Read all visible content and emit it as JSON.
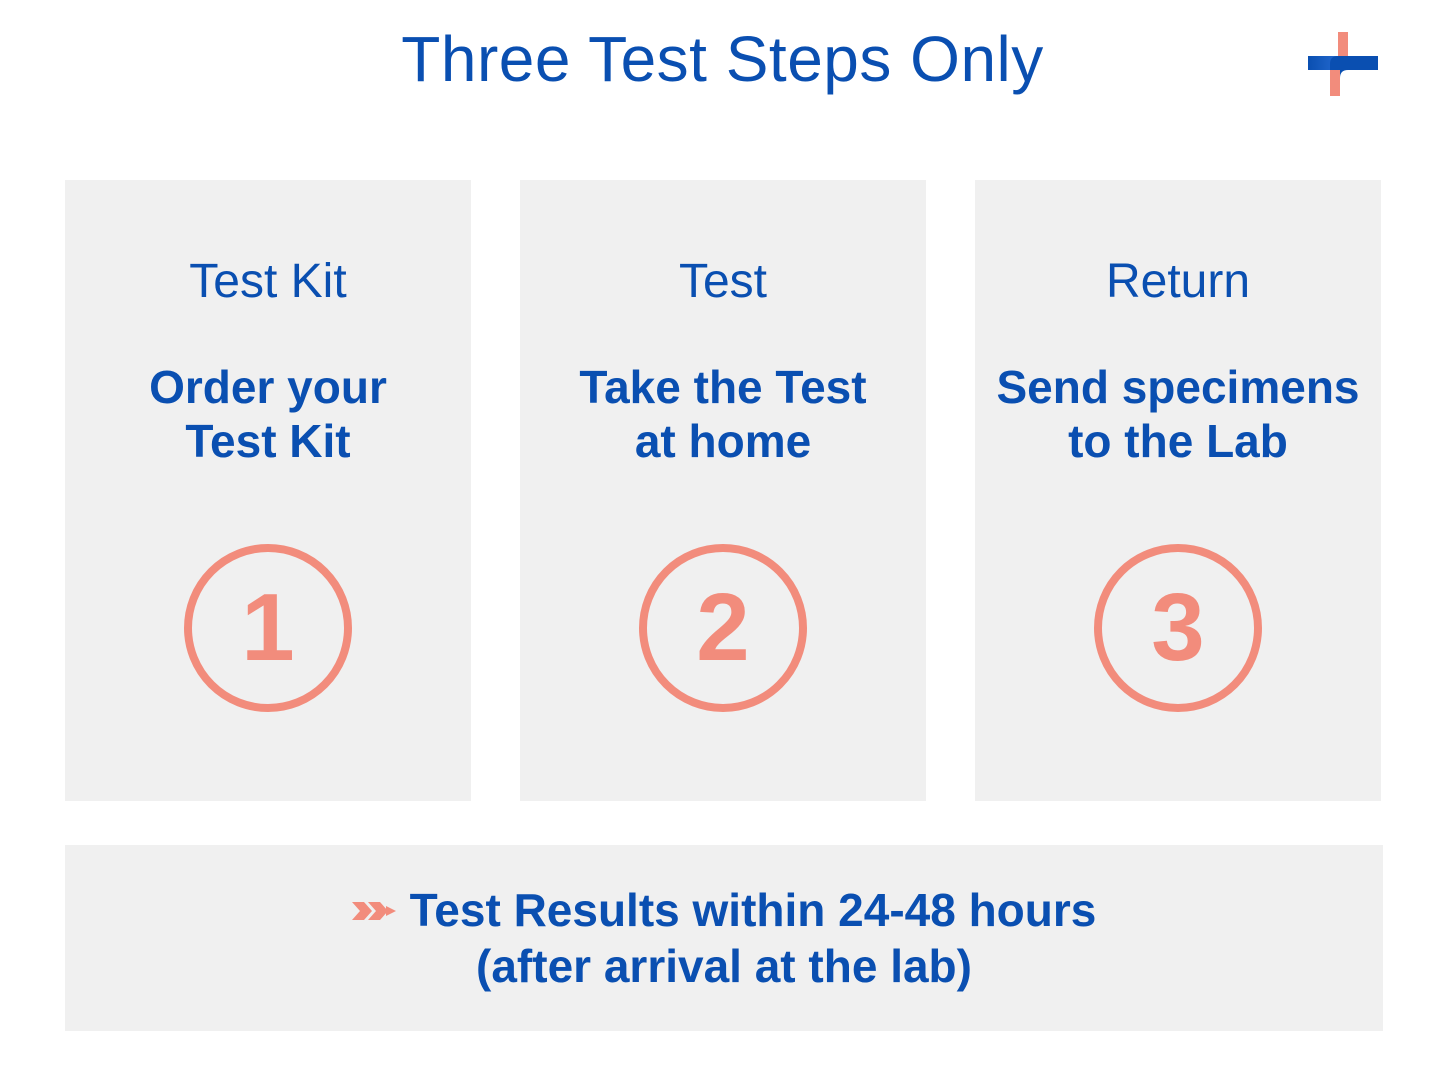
{
  "title": "Three Test Steps Only",
  "logo": {
    "icon": "medical-cross-logo-icon",
    "colors": [
      "#0a4fb1",
      "#f28c7c"
    ]
  },
  "steps": [
    {
      "name": "Test Kit",
      "description_line1": "Order your",
      "description_line2": "Test Kit",
      "number": "1"
    },
    {
      "name": "Test",
      "description_line1": "Take the Test",
      "description_line2": "at home",
      "number": "2"
    },
    {
      "name": "Return",
      "description_line1": "Send specimens",
      "description_line2": "to the Lab",
      "number": "3"
    }
  ],
  "footer": {
    "icon": "arrow-right-icon",
    "line1": "Test Results within 24-48 hours",
    "line2": "(after arrival at the lab)"
  },
  "colors": {
    "primary": "#0a4fb1",
    "accent": "#f28c7c",
    "card_bg": "#f0f0f0"
  }
}
